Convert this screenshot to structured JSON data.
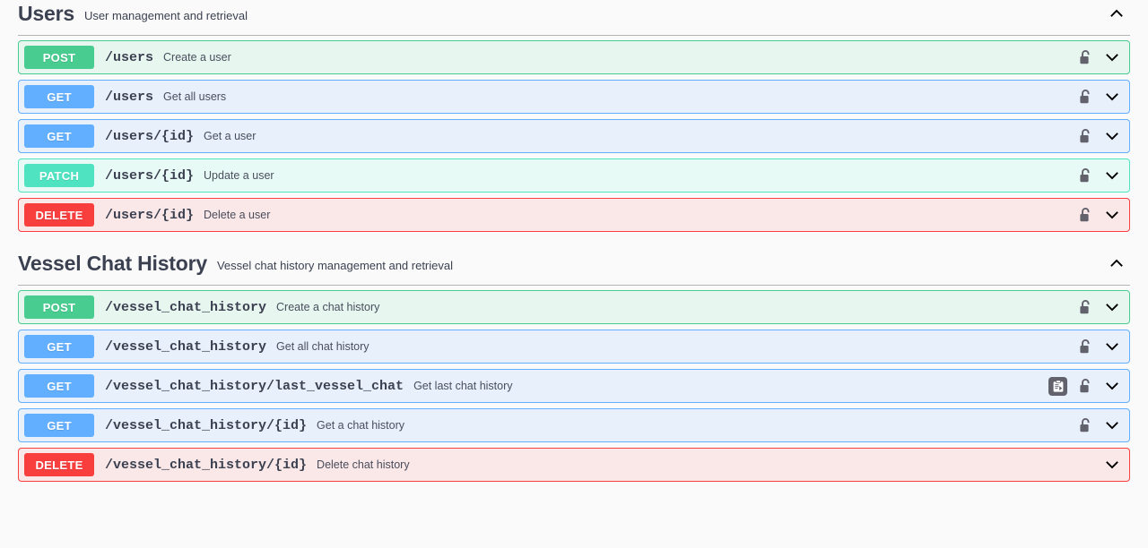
{
  "theme": {
    "page_background": "#fafafa",
    "text_color": "#3b4151",
    "method_colors": {
      "post": "#49cc90",
      "get": "#61affe",
      "patch": "#50e3c2",
      "delete": "#f93e3e"
    },
    "row_backgrounds": {
      "post": "#e8f6f0",
      "get": "#e8f0fb",
      "patch": "#e8faf5",
      "delete": "#fae7e7"
    }
  },
  "sections": [
    {
      "title": "Users",
      "description": "User management and retrieval",
      "expanded": true,
      "collapse_icon": "chevron-up-icon",
      "operations": [
        {
          "method": "POST",
          "method_key": "post",
          "path": "/users",
          "summary": "Create a user",
          "authorized": true,
          "lock_icon": "unlocked-padlock-icon",
          "has_copy": false,
          "expand_icon": "chevron-down-icon"
        },
        {
          "method": "GET",
          "method_key": "get",
          "path": "/users",
          "summary": "Get all users",
          "authorized": true,
          "lock_icon": "unlocked-padlock-icon",
          "has_copy": false,
          "expand_icon": "chevron-down-icon"
        },
        {
          "method": "GET",
          "method_key": "get",
          "path": "/users/{id}",
          "summary": "Get a user",
          "authorized": true,
          "lock_icon": "unlocked-padlock-icon",
          "has_copy": false,
          "expand_icon": "chevron-down-icon"
        },
        {
          "method": "PATCH",
          "method_key": "patch",
          "path": "/users/{id}",
          "summary": "Update a user",
          "authorized": true,
          "lock_icon": "unlocked-padlock-icon",
          "has_copy": false,
          "expand_icon": "chevron-down-icon"
        },
        {
          "method": "DELETE",
          "method_key": "delete",
          "path": "/users/{id}",
          "summary": "Delete a user",
          "authorized": true,
          "lock_icon": "unlocked-padlock-icon",
          "has_copy": false,
          "expand_icon": "chevron-down-icon"
        }
      ]
    },
    {
      "title": "Vessel Chat History",
      "description": "Vessel chat history management and retrieval",
      "expanded": true,
      "collapse_icon": "chevron-up-icon",
      "operations": [
        {
          "method": "POST",
          "method_key": "post",
          "path": "/vessel_chat_history",
          "summary": "Create a chat history",
          "authorized": true,
          "lock_icon": "unlocked-padlock-icon",
          "has_copy": false,
          "expand_icon": "chevron-down-icon"
        },
        {
          "method": "GET",
          "method_key": "get",
          "path": "/vessel_chat_history",
          "summary": "Get all chat history",
          "authorized": true,
          "lock_icon": "unlocked-padlock-icon",
          "has_copy": false,
          "expand_icon": "chevron-down-icon"
        },
        {
          "method": "GET",
          "method_key": "get",
          "path": "/vessel_chat_history/last_vessel_chat",
          "summary": "Get last chat history",
          "authorized": true,
          "lock_icon": "unlocked-padlock-icon",
          "has_copy": true,
          "copy_icon": "clipboard-copy-icon",
          "expand_icon": "chevron-down-icon"
        },
        {
          "method": "GET",
          "method_key": "get",
          "path": "/vessel_chat_history/{id}",
          "summary": "Get a chat history",
          "authorized": true,
          "lock_icon": "unlocked-padlock-icon",
          "has_copy": false,
          "expand_icon": "chevron-down-icon"
        },
        {
          "method": "DELETE",
          "method_key": "delete",
          "path": "/vessel_chat_history/{id}",
          "summary": "Delete chat history",
          "authorized": false,
          "has_copy": false,
          "expand_icon": "chevron-down-icon"
        }
      ]
    }
  ]
}
